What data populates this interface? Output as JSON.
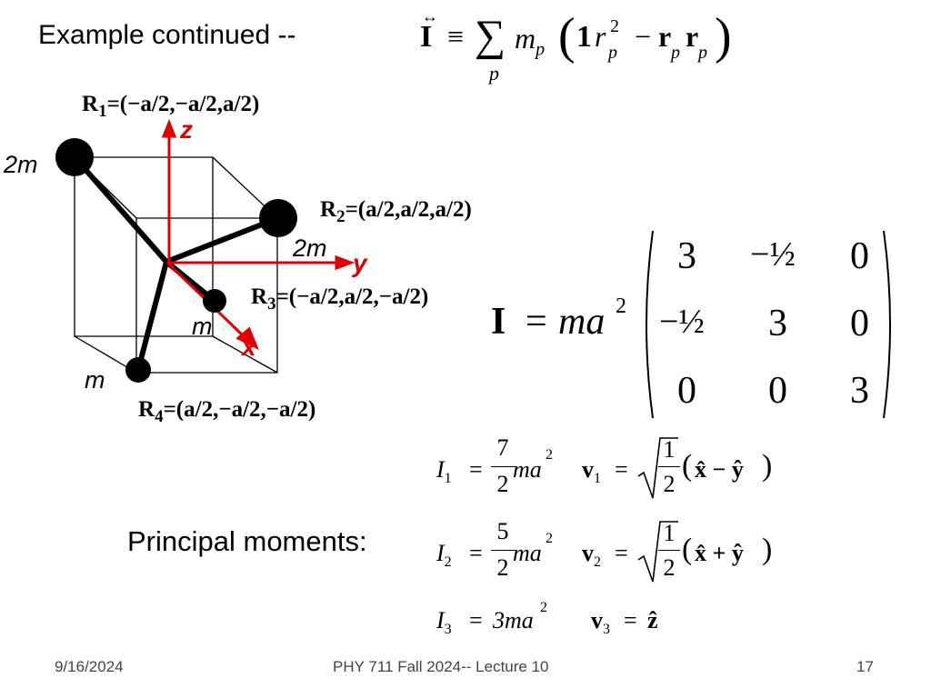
{
  "slide": {
    "title": "Example continued --",
    "principal_label": "Principal moments:",
    "footer_date": "9/16/2024",
    "footer_course": "PHY 711  Fall 2024-- Lecture 10",
    "footer_page": "17"
  },
  "diagram": {
    "r1_label": "R",
    "r1_sub": "1",
    "r1_coords": "=(−a/2,−a/2,a/2)",
    "r2_label": "R",
    "r2_sub": "2",
    "r2_coords": "=(a/2,a/2,a/2)",
    "r3_label": "R",
    "r3_sub": "3",
    "r3_coords": "=(−a/2,a/2,−a/2)",
    "r4_label": "R",
    "r4_sub": "4",
    "r4_coords": "=(a/2,−a/2,−a/2)",
    "mass1": "2m",
    "mass2": "2m",
    "mass3": "m",
    "mass4": "m",
    "axis_z": "z",
    "axis_y": "y",
    "axis_x": "x",
    "axis_color": "#e00000"
  },
  "equations": {
    "tensor_def": {
      "lhs": "I",
      "equiv": "≡",
      "sum": "∑",
      "sum_index": "p",
      "m": "m",
      "m_sub": "p",
      "one": "1",
      "r": "r",
      "r_sub": "p",
      "r_sup": "2",
      "minus": "−",
      "rr1": "r",
      "rr1_sub": "p",
      "rr2": "r",
      "rr2_sub": "p"
    },
    "matrix": {
      "lhs": "I",
      "eq": "=",
      "prefactor": "ma",
      "prefactor_sup": "2",
      "rows": [
        [
          "3",
          "−½",
          "0"
        ],
        [
          "−½",
          "3",
          "0"
        ],
        [
          "0",
          "0",
          "3"
        ]
      ]
    },
    "principal": [
      {
        "I": "I",
        "sub": "1",
        "num": "7",
        "den": "2",
        "ma": "ma",
        "sup": "2",
        "v": "v",
        "vsub": "1",
        "root_num": "1",
        "root_den": "2",
        "vec": "x̂ − ŷ"
      },
      {
        "I": "I",
        "sub": "2",
        "num": "5",
        "den": "2",
        "ma": "ma",
        "sup": "2",
        "v": "v",
        "vsub": "2",
        "root_num": "1",
        "root_den": "2",
        "vec": "x̂ + ŷ"
      },
      {
        "I": "I",
        "sub": "3",
        "coef": "3ma",
        "sup": "2",
        "v": "v",
        "vsub": "3",
        "vec": "ẑ"
      }
    ]
  }
}
